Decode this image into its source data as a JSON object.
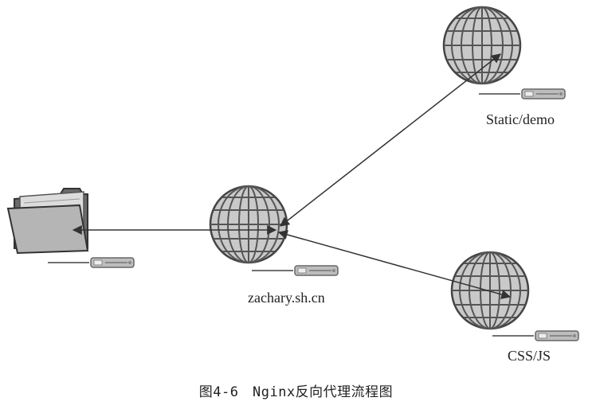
{
  "nodes": {
    "proxy": {
      "label": "zachary.sh.cn"
    },
    "static": {
      "label": "Static/demo"
    },
    "assets": {
      "label": "CSS/JS"
    }
  },
  "caption": "图4-6　Nginx反向代理流程图",
  "colors": {
    "globe_fill": "#c9c9c9",
    "globe_line": "#555555",
    "folder_front": "#b5b5b5",
    "folder_back": "#6a6a6a",
    "arrow": "#333333"
  }
}
